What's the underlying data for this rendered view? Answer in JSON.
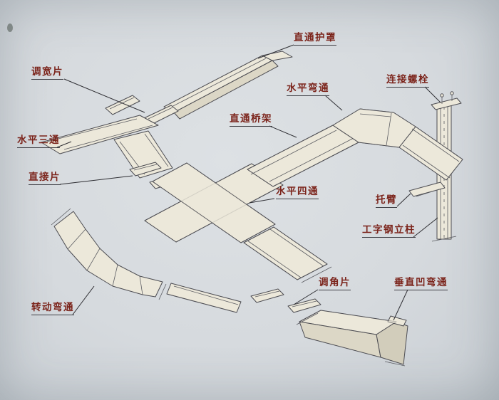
{
  "figure": {
    "type": "technical-assembly-diagram",
    "subject": "cable-tray-bridge-assembly"
  },
  "labels": {
    "straight_cover": "直通护罩",
    "width_adjust_piece": "调宽片",
    "horizontal_bend": "水平弯通",
    "connecting_bolt": "连接螺栓",
    "straight_tray": "直通桥架",
    "horizontal_tee": "水平三通",
    "direct_piece": "直接片",
    "horizontal_cross": "水平四通",
    "bracket_arm": "托臂",
    "ibeam_column": "工字钢立柱",
    "angle_adjust_piece": "调角片",
    "vertical_concave_bend": "垂直凹弯通",
    "rotating_bend": "转动弯通"
  },
  "colors": {
    "paper": "#d6dade",
    "line": "#4c4c52",
    "metal_fill": "#ece8da",
    "label_text": "#7b231a",
    "underline": "#3e3e44"
  }
}
